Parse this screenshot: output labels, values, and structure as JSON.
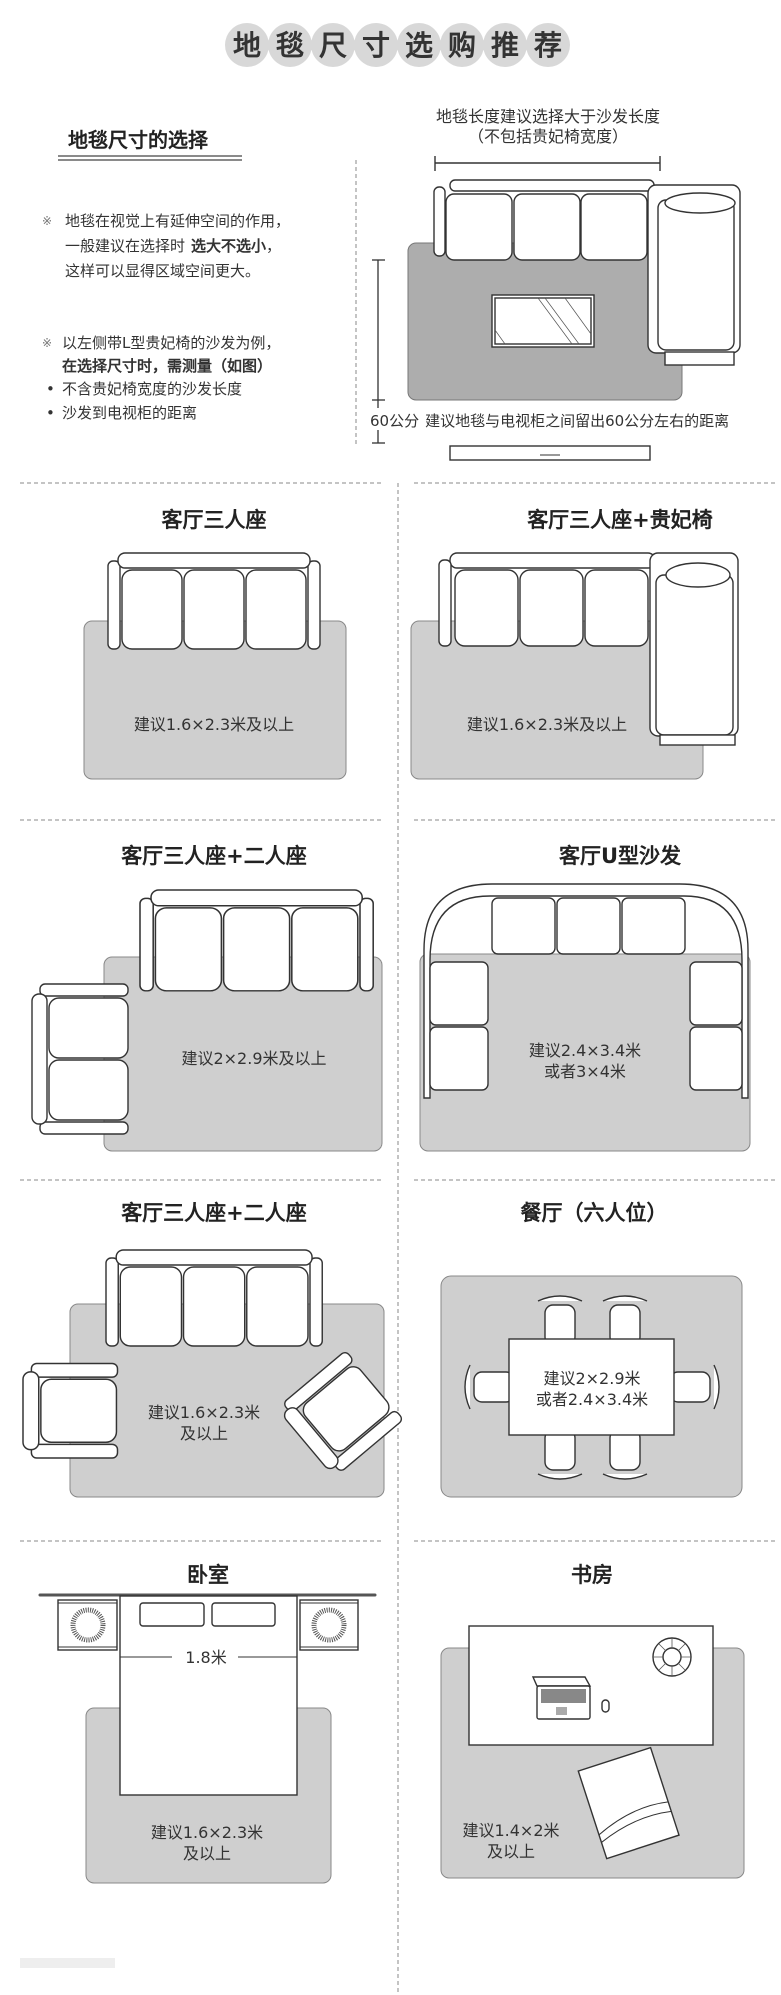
{
  "header": {
    "title_chars": [
      "地",
      "毯",
      "尺",
      "寸",
      "选",
      "购",
      "推",
      "荐"
    ]
  },
  "intro": {
    "section_title": "地毯尺寸的选择",
    "note_mark": "※",
    "note1": [
      "地毯在视觉上有延伸空间的作用，",
      "一般建议在选择时",
      "选大不选小",
      "，",
      "这样可以显得区域空间更大。"
    ],
    "note2": [
      "以左侧带L型贵妃椅的沙发为例，",
      "在选择尺寸时，需测量（如图）"
    ],
    "bullets": [
      "不含贵妃椅宽度的沙发长度",
      "沙发到电视柜的距离"
    ],
    "bullet_mark": "•",
    "diagram_caption": [
      "地毯长度建议选择大于沙发长度",
      "（不包括贵妃椅宽度）"
    ],
    "distance_label": "60公分",
    "distance_note": "建议地毯与电视柜之间留出60公分左右的距离"
  },
  "panels": [
    {
      "title": "客厅三人座",
      "suggestion": [
        "建议1.6×2.3米及以上"
      ]
    },
    {
      "title": "客厅三人座+贵妃椅",
      "suggestion": [
        "建议1.6×2.3米及以上"
      ]
    },
    {
      "title": "客厅三人座+二人座",
      "suggestion": [
        "建议2×2.9米及以上"
      ]
    },
    {
      "title": "客厅U型沙发",
      "suggestion": [
        "建议2.4×3.4米",
        "或者3×4米"
      ]
    },
    {
      "title": "客厅三人座+二人座",
      "suggestion": [
        "建议1.6×2.3米",
        "及以上"
      ]
    },
    {
      "title": "餐厅（六人位）",
      "suggestion": [
        "建议2×2.9米",
        "或者2.4×3.4米"
      ]
    },
    {
      "title": "卧室",
      "suggestion": [
        "建议1.6×2.3米",
        "及以上"
      ],
      "bed_width": "1.8米"
    },
    {
      "title": "书房",
      "suggestion": [
        "建议1.4×2米",
        "及以上"
      ]
    }
  ]
}
